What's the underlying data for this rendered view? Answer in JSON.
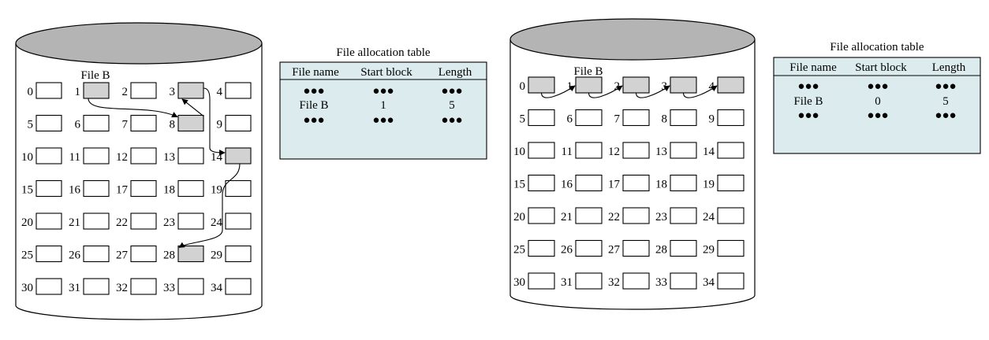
{
  "colors": {
    "disk_top": "#b4b4b4",
    "used_block": "#d2d2d2",
    "table_fill": "#dcecee"
  },
  "diagrams": [
    {
      "file_label": "File B",
      "used_blocks": [
        1,
        3,
        8,
        14,
        28
      ],
      "chain": [
        1,
        8,
        3,
        14,
        28
      ],
      "table": {
        "title": "File allocation table",
        "headers": [
          "File name",
          "Start block",
          "Length"
        ],
        "rows": [
          [
            "●●●",
            "●●●",
            "●●●"
          ],
          [
            "File B",
            "1",
            "5"
          ],
          [
            "●●●",
            "●●●",
            "●●●"
          ]
        ]
      }
    },
    {
      "file_label": "File B",
      "used_blocks": [
        0,
        1,
        2,
        3,
        4
      ],
      "chain": [
        0,
        1,
        2,
        3,
        4
      ],
      "table": {
        "title": "File allocation table",
        "headers": [
          "File name",
          "Start block",
          "Length"
        ],
        "rows": [
          [
            "●●●",
            "●●●",
            "●●●"
          ],
          [
            "File B",
            "0",
            "5"
          ],
          [
            "●●●",
            "●●●",
            "●●●"
          ]
        ]
      }
    }
  ]
}
